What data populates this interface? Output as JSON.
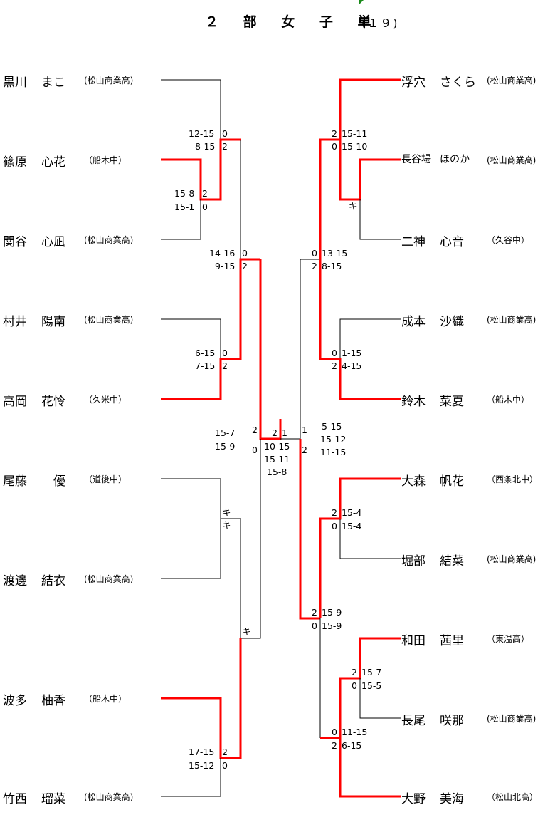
{
  "header": {
    "title": "２ 部 女 子 単",
    "subtitle": "(１９)"
  },
  "colors": {
    "win_line": "#ff0000",
    "line": "#000000",
    "flag": "#1a8a1a"
  },
  "left_players": [
    {
      "family": "黒川",
      "given": "まこ",
      "school": "(松山商業高)"
    },
    {
      "family": "篠原",
      "given": "心花",
      "school": "（船木中）"
    },
    {
      "family": "関谷",
      "given": "心凪",
      "school": "(松山商業高)"
    },
    {
      "family": "村井",
      "given": "陽南",
      "school": "(松山商業高)"
    },
    {
      "family": "高岡",
      "given": "花怜",
      "school": "（久米中）"
    },
    {
      "family": "尾藤",
      "given": "　優",
      "school": "（道後中）"
    },
    {
      "family": "渡邊",
      "given": "結衣",
      "school": "(松山商業高)"
    },
    {
      "family": "波多",
      "given": "柚香",
      "school": "（船木中）"
    },
    {
      "family": "竹西",
      "given": "瑠菜",
      "school": "(松山商業高)"
    }
  ],
  "right_players": [
    {
      "family": "浮穴",
      "given": "さくら",
      "school": "(松山商業高)"
    },
    {
      "family": "長谷場",
      "given": "ほのか",
      "school": "(松山商業高)"
    },
    {
      "family": "二神",
      "given": "心音",
      "school": "（久谷中）"
    },
    {
      "family": "成本",
      "given": "沙織",
      "school": "(松山商業高)"
    },
    {
      "family": "鈴木",
      "given": "菜夏",
      "school": "（船木中）"
    },
    {
      "family": "大森",
      "given": "帆花",
      "school": "（西条北中）"
    },
    {
      "family": "堀部",
      "given": "結菜",
      "school": "(松山商業高)"
    },
    {
      "family": "和田",
      "given": "茜里",
      "school": "（東温高）"
    },
    {
      "family": "長尾",
      "given": "咲那",
      "school": "(松山商業高)"
    },
    {
      "family": "大野",
      "given": "美海",
      "school": "（松山北高）"
    }
  ],
  "scores": {
    "L_shinohara_sekiya": {
      "games": [
        "15-8",
        "15-1"
      ],
      "sets": [
        "2",
        "0"
      ]
    },
    "L_kurokawa_shinohara": {
      "games": [
        "12-15",
        "8-15"
      ],
      "sets": [
        "0",
        "2"
      ]
    },
    "L_murai_takaoka": {
      "games": [
        "6-15",
        "7-15"
      ],
      "sets": [
        "0",
        "2"
      ]
    },
    "L_top_semi": {
      "games": [
        "14-16",
        "9-15"
      ],
      "sets": [
        "0",
        "2"
      ]
    },
    "L_bito_watanabe": {
      "sets": [
        "キ",
        "キ"
      ]
    },
    "L_bottom_semi": {
      "sets": [
        "キ"
      ]
    },
    "L_hata_takenishi": {
      "games": [
        "17-15",
        "15-12"
      ],
      "sets": [
        "2",
        "0"
      ]
    },
    "L_final": {
      "games": [
        "15-7",
        "15-9"
      ],
      "sets": [
        "2",
        "0"
      ]
    },
    "R_hasebaba_futagami": {
      "sets": [
        "キ"
      ]
    },
    "R_ukena_hasebaba": {
      "games": [
        "15-11",
        "15-10"
      ],
      "sets": [
        "2",
        "0"
      ]
    },
    "R_narimoto_suzuki": {
      "games": [
        "1-15",
        "4-15"
      ],
      "sets": [
        "0",
        "2"
      ]
    },
    "R_top_semi": {
      "games": [
        "13-15",
        "8-15"
      ],
      "sets": [
        "0",
        "2"
      ]
    },
    "R_omori_horibe": {
      "games": [
        "15-4",
        "15-4"
      ],
      "sets": [
        "2",
        "0"
      ]
    },
    "R_wada_nagao": {
      "games": [
        "15-7",
        "15-5"
      ],
      "sets": [
        "2",
        "0"
      ]
    },
    "R_wada_ono": {
      "games": [
        "11-15",
        "6-15"
      ],
      "sets": [
        "0",
        "2"
      ]
    },
    "R_bottom_semi": {
      "games": [
        "15-9",
        "15-9"
      ],
      "sets": [
        "2",
        "0"
      ]
    },
    "R_final": {
      "games": [
        "5-15",
        "15-12",
        "11-15"
      ],
      "sets": [
        "1",
        "2"
      ]
    },
    "championship": {
      "games": [
        "10-15",
        "15-11",
        "15-8"
      ],
      "sets_left": "2",
      "sets_right": "1"
    }
  }
}
